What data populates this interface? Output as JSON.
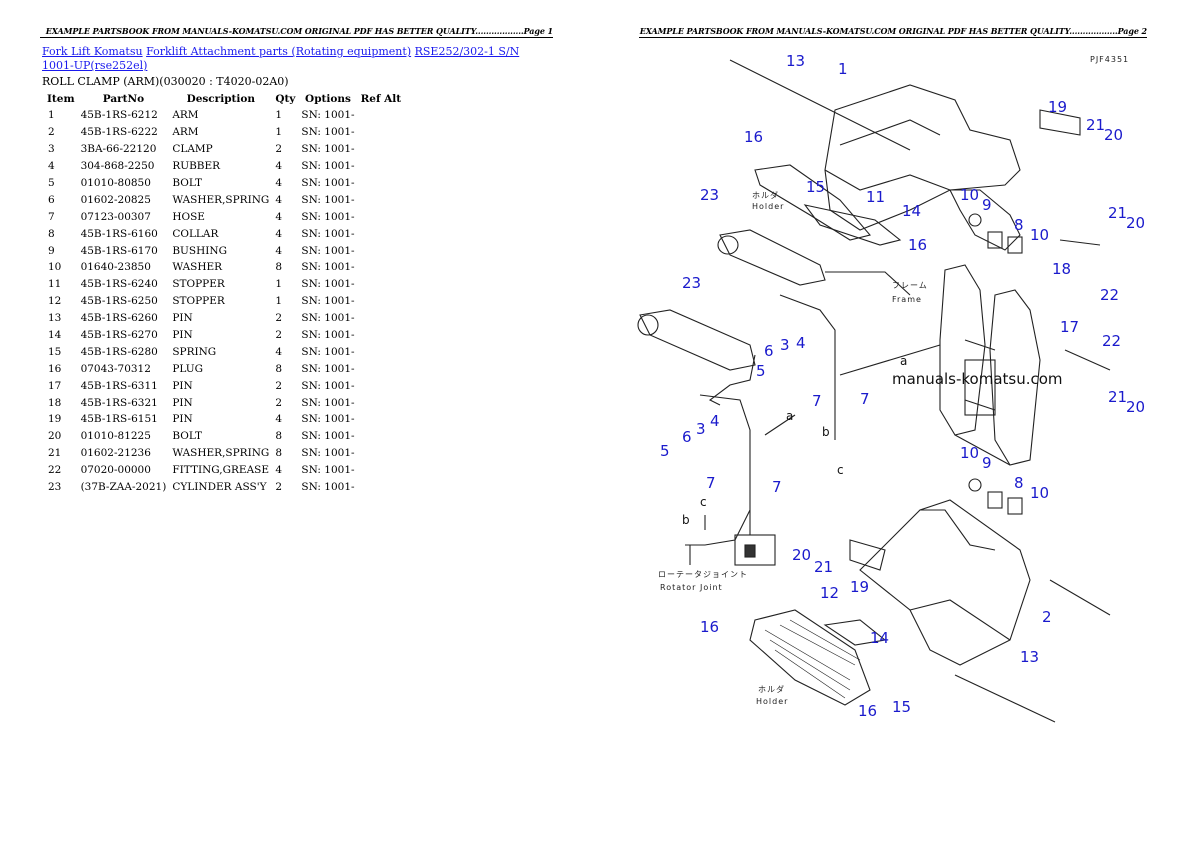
{
  "header": {
    "page1": "EXAMPLE PARTSBOOK FROM MANUALS-KOMATSU.COM ORIGINAL PDF HAS BETTER QUALITY..................Page 1",
    "page2": "EXAMPLE PARTSBOOK FROM MANUALS-KOMATSU.COM ORIGINAL PDF HAS BETTER QUALITY..................Page 2"
  },
  "breadcrumb": {
    "link1": "Fork Lift Komatsu",
    "link2": "Forklift Attachment parts (Rotating equipment)",
    "link3": "RSE252/302-1 S/N 1001-UP(rse252el)"
  },
  "section_title": "ROLL CLAMP (ARM)(030020 : T4020-02A0)",
  "table": {
    "columns": [
      "Item",
      "PartNo",
      "Description",
      "Qty",
      "Options",
      "Ref Alt"
    ],
    "rows": [
      [
        "1",
        "45B-1RS-6212",
        "ARM",
        "1",
        "SN: 1001-",
        ""
      ],
      [
        "2",
        "45B-1RS-6222",
        "ARM",
        "1",
        "SN: 1001-",
        ""
      ],
      [
        "3",
        "3BA-66-22120",
        "CLAMP",
        "2",
        "SN: 1001-",
        ""
      ],
      [
        "4",
        "304-868-2250",
        "RUBBER",
        "4",
        "SN: 1001-",
        ""
      ],
      [
        "5",
        "01010-80850",
        "BOLT",
        "4",
        "SN: 1001-",
        ""
      ],
      [
        "6",
        "01602-20825",
        "WASHER,SPRING",
        "4",
        "SN: 1001-",
        ""
      ],
      [
        "7",
        "07123-00307",
        "HOSE",
        "4",
        "SN: 1001-",
        ""
      ],
      [
        "8",
        "45B-1RS-6160",
        "COLLAR",
        "4",
        "SN: 1001-",
        ""
      ],
      [
        "9",
        "45B-1RS-6170",
        "BUSHING",
        "4",
        "SN: 1001-",
        ""
      ],
      [
        "10",
        "01640-23850",
        "WASHER",
        "8",
        "SN: 1001-",
        ""
      ],
      [
        "11",
        "45B-1RS-6240",
        "STOPPER",
        "1",
        "SN: 1001-",
        ""
      ],
      [
        "12",
        "45B-1RS-6250",
        "STOPPER",
        "1",
        "SN: 1001-",
        ""
      ],
      [
        "13",
        "45B-1RS-6260",
        "PIN",
        "2",
        "SN: 1001-",
        ""
      ],
      [
        "14",
        "45B-1RS-6270",
        "PIN",
        "2",
        "SN: 1001-",
        ""
      ],
      [
        "15",
        "45B-1RS-6280",
        "SPRING",
        "4",
        "SN: 1001-",
        ""
      ],
      [
        "16",
        "07043-70312",
        "PLUG",
        "8",
        "SN: 1001-",
        ""
      ],
      [
        "17",
        "45B-1RS-6311",
        "PIN",
        "2",
        "SN: 1001-",
        ""
      ],
      [
        "18",
        "45B-1RS-6321",
        "PIN",
        "2",
        "SN: 1001-",
        ""
      ],
      [
        "19",
        "45B-1RS-6151",
        "PIN",
        "4",
        "SN: 1001-",
        ""
      ],
      [
        "20",
        "01010-81225",
        "BOLT",
        "8",
        "SN: 1001-",
        ""
      ],
      [
        "21",
        "01602-21236",
        "WASHER,SPRING",
        "8",
        "SN: 1001-",
        ""
      ],
      [
        "22",
        "07020-00000",
        "FITTING,GREASE",
        "4",
        "SN: 1001-",
        ""
      ],
      [
        "23",
        "(37B-ZAA-2021)",
        "CYLINDER ASS'Y",
        "2",
        "SN: 1001-",
        ""
      ]
    ]
  },
  "diagram": {
    "code": "PJF4351",
    "watermark": "manuals-komatsu.com",
    "holder_jp": "ホルダ",
    "holder_en": "Holder",
    "frame_jp": "フレーム",
    "frame_en": "Frame",
    "rotator_jp": "ローテータジョイント",
    "rotator_en": "Rotator Joint",
    "letter_a": "a",
    "letter_b": "b",
    "letter_c": "c",
    "callouts": [
      "1",
      "2",
      "4",
      "3",
      "5",
      "6",
      "7",
      "8",
      "9",
      "10",
      "11",
      "12",
      "13",
      "14",
      "15",
      "16",
      "17",
      "18",
      "19",
      "20",
      "21",
      "22",
      "23"
    ],
    "accent_color": "#1a1acc",
    "link_color": "#1a1aee"
  }
}
